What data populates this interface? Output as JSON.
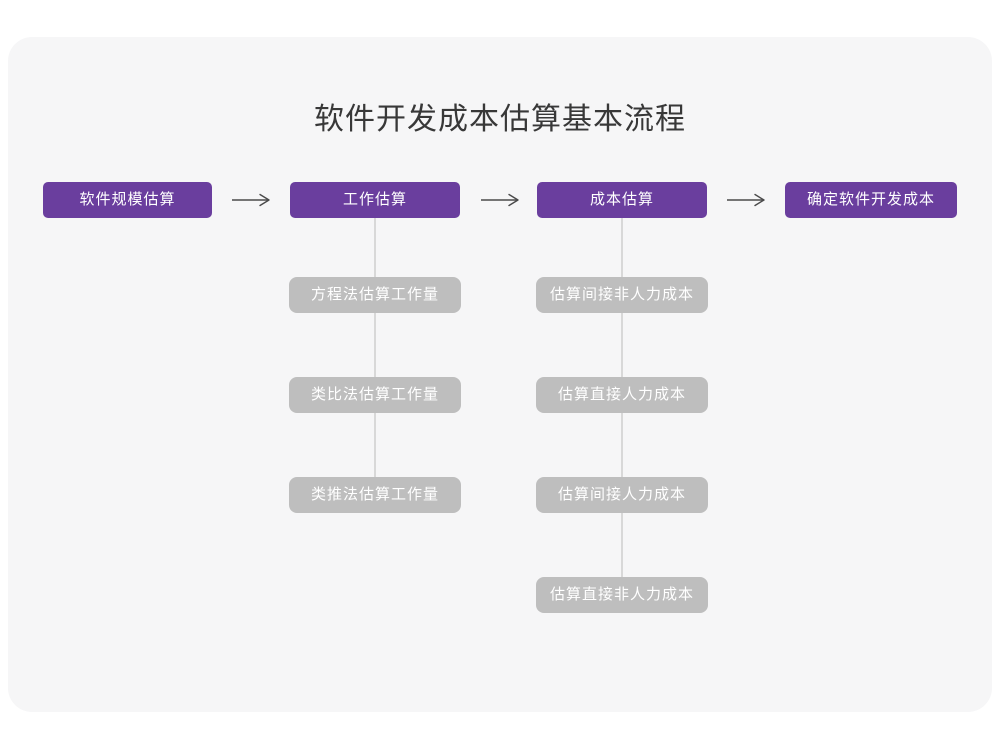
{
  "title": "软件开发成本估算基本流程",
  "flow": {
    "main_nodes": [
      {
        "label": "软件规模估算"
      },
      {
        "label": "工作估算"
      },
      {
        "label": "成本估算"
      },
      {
        "label": "确定软件开发成本"
      }
    ],
    "work_branch": {
      "nodes": [
        {
          "label": "方程法估算工作量"
        },
        {
          "label": "类比法估算工作量"
        },
        {
          "label": "类推法估算工作量"
        }
      ]
    },
    "cost_branch": {
      "nodes": [
        {
          "label": "估算间接非人力成本"
        },
        {
          "label": "估算直接人力成本"
        },
        {
          "label": "估算间接人力成本"
        },
        {
          "label": "估算直接非人力成本"
        }
      ]
    }
  },
  "colors": {
    "primary_node": "#6a3e9e",
    "sub_node": "#bebebe",
    "connector": "#d8d8d8",
    "arrow": "#4a4a4a",
    "card_bg": "#f6f6f7",
    "title_text": "#383838",
    "node_text": "#ffffff"
  }
}
